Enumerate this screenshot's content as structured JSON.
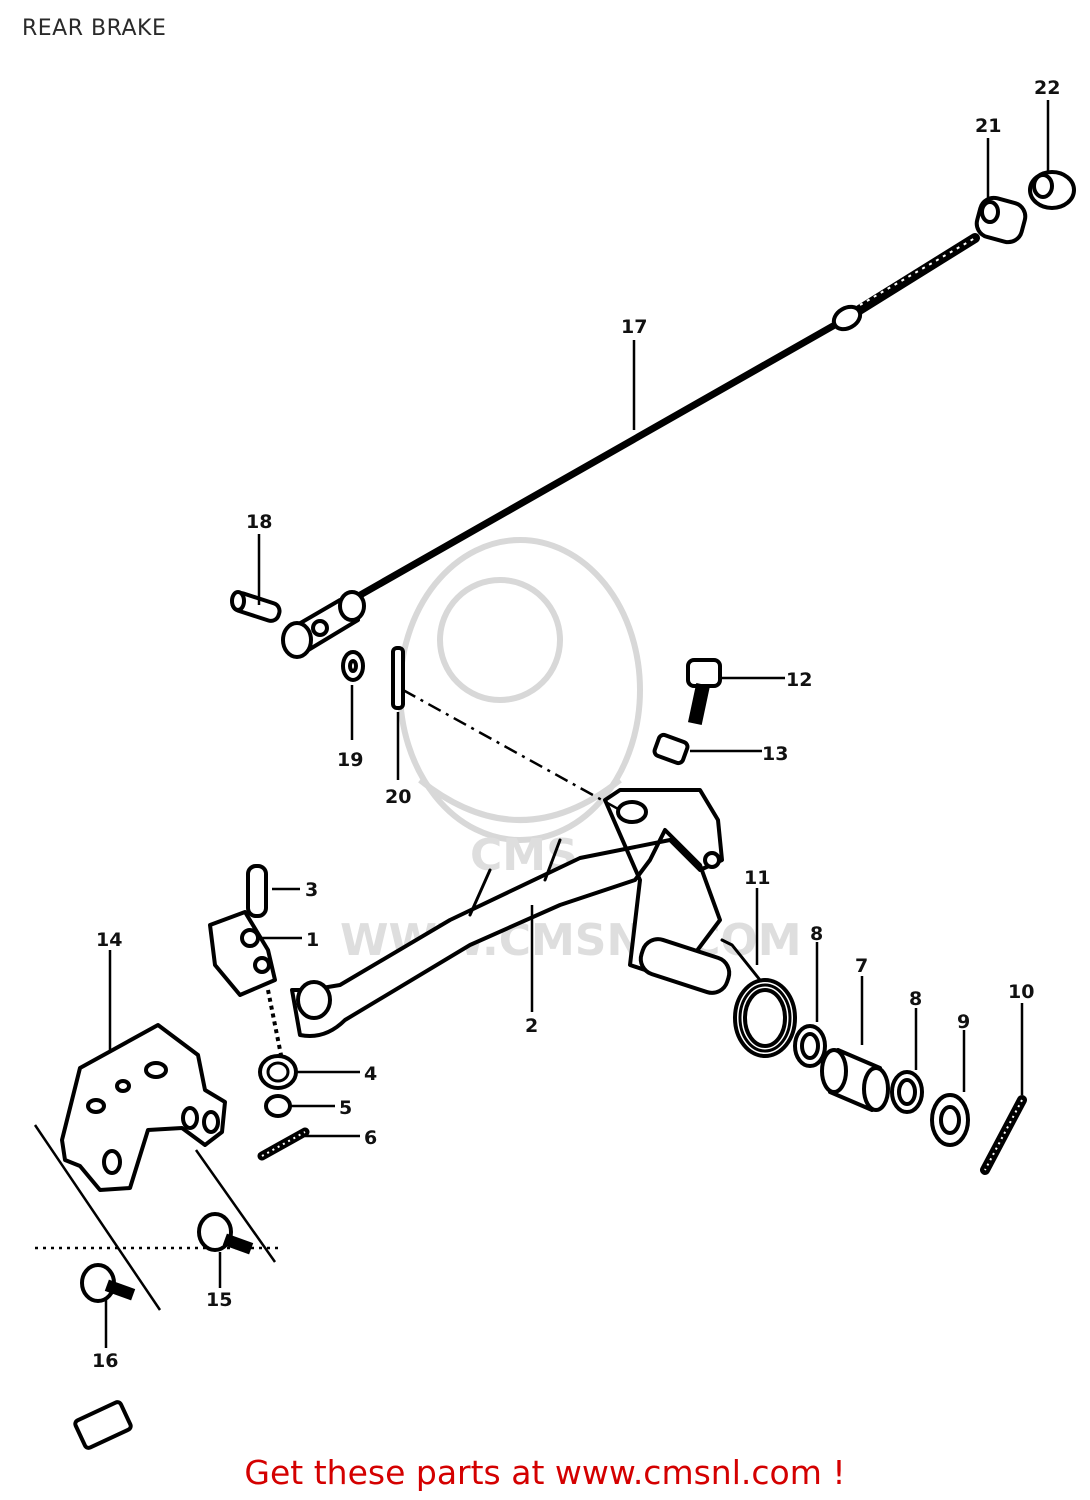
{
  "title": "REAR BRAKE",
  "footer": "Get these parts at www.cmsnl.com !",
  "watermark": {
    "logo_text": "CMS",
    "url_text": "WWW.CMSNL.COM"
  },
  "callouts": [
    {
      "id": "c1",
      "label": "1"
    },
    {
      "id": "c2",
      "label": "2"
    },
    {
      "id": "c3",
      "label": "3"
    },
    {
      "id": "c4",
      "label": "4"
    },
    {
      "id": "c5",
      "label": "5"
    },
    {
      "id": "c6",
      "label": "6"
    },
    {
      "id": "c7",
      "label": "7"
    },
    {
      "id": "c8a",
      "label": "8"
    },
    {
      "id": "c8b",
      "label": "8"
    },
    {
      "id": "c9",
      "label": "9"
    },
    {
      "id": "c10",
      "label": "10"
    },
    {
      "id": "c11",
      "label": "11"
    },
    {
      "id": "c12",
      "label": "12"
    },
    {
      "id": "c13",
      "label": "13"
    },
    {
      "id": "c14",
      "label": "14"
    },
    {
      "id": "c15",
      "label": "15"
    },
    {
      "id": "c16",
      "label": "16"
    },
    {
      "id": "c17",
      "label": "17"
    },
    {
      "id": "c18",
      "label": "18"
    },
    {
      "id": "c19",
      "label": "19"
    },
    {
      "id": "c20",
      "label": "20"
    },
    {
      "id": "c21",
      "label": "21"
    },
    {
      "id": "c22",
      "label": "22"
    }
  ]
}
